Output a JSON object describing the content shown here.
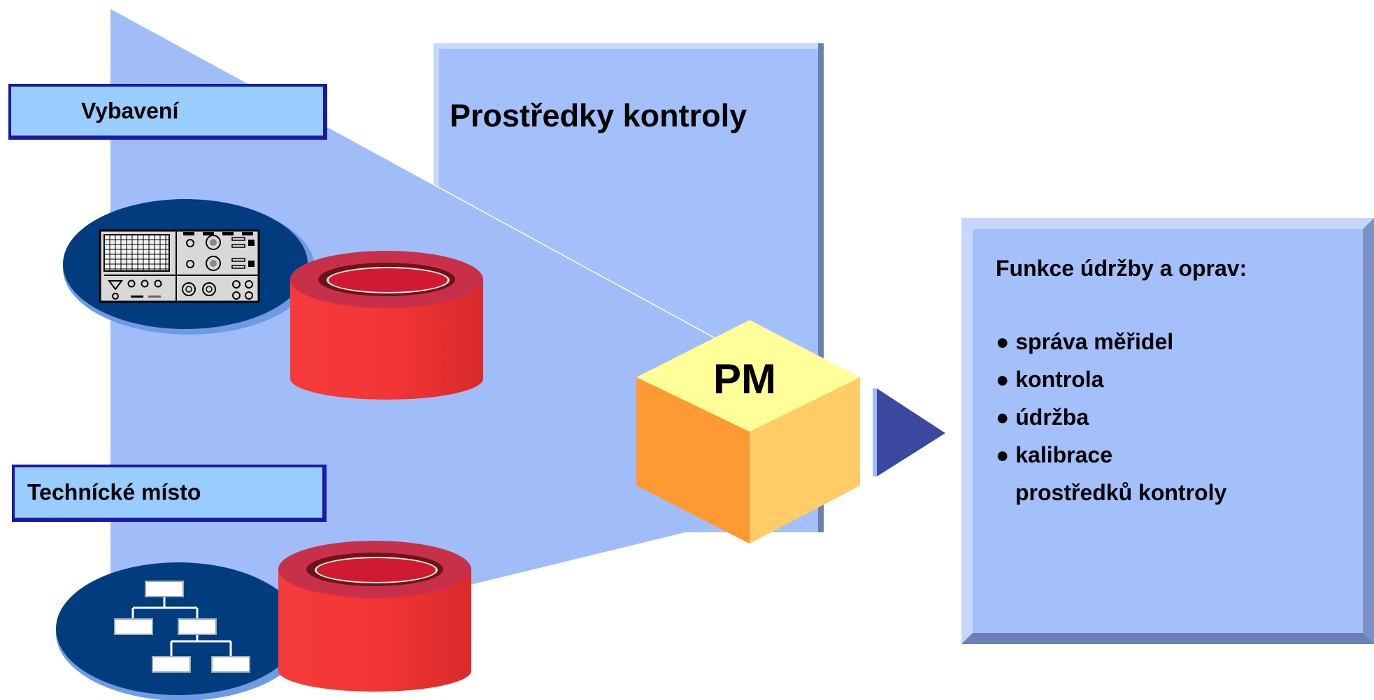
{
  "diagram": {
    "equipment_label": "Vybavení",
    "functional_location_label": "Technícké místo",
    "test_equipment_title": "Prostředky kontroly",
    "module_label": "PM",
    "functions_title": "Funkce údržby a oprav:",
    "functions": [
      "● správa měřidel",
      "● kontrola",
      "● údržba",
      "● kalibrace"
    ],
    "functions_continuation": "prostředků kontroly"
  },
  "colors": {
    "panel_blue": "#a0bdfa",
    "tag_fill": "#99ccff",
    "tag_border": "#1a1aa6",
    "disc_navy": "#003c7e",
    "cylinder_red": "#e8312f",
    "cube_top": "#ffff99",
    "cube_left": "#ff9933",
    "cube_right": "#ffcc66",
    "arrow": "#3a48a0"
  },
  "icons": [
    "oscilloscope-icon",
    "hierarchy-icon",
    "database-cylinder-icon",
    "arrow-right-icon"
  ]
}
